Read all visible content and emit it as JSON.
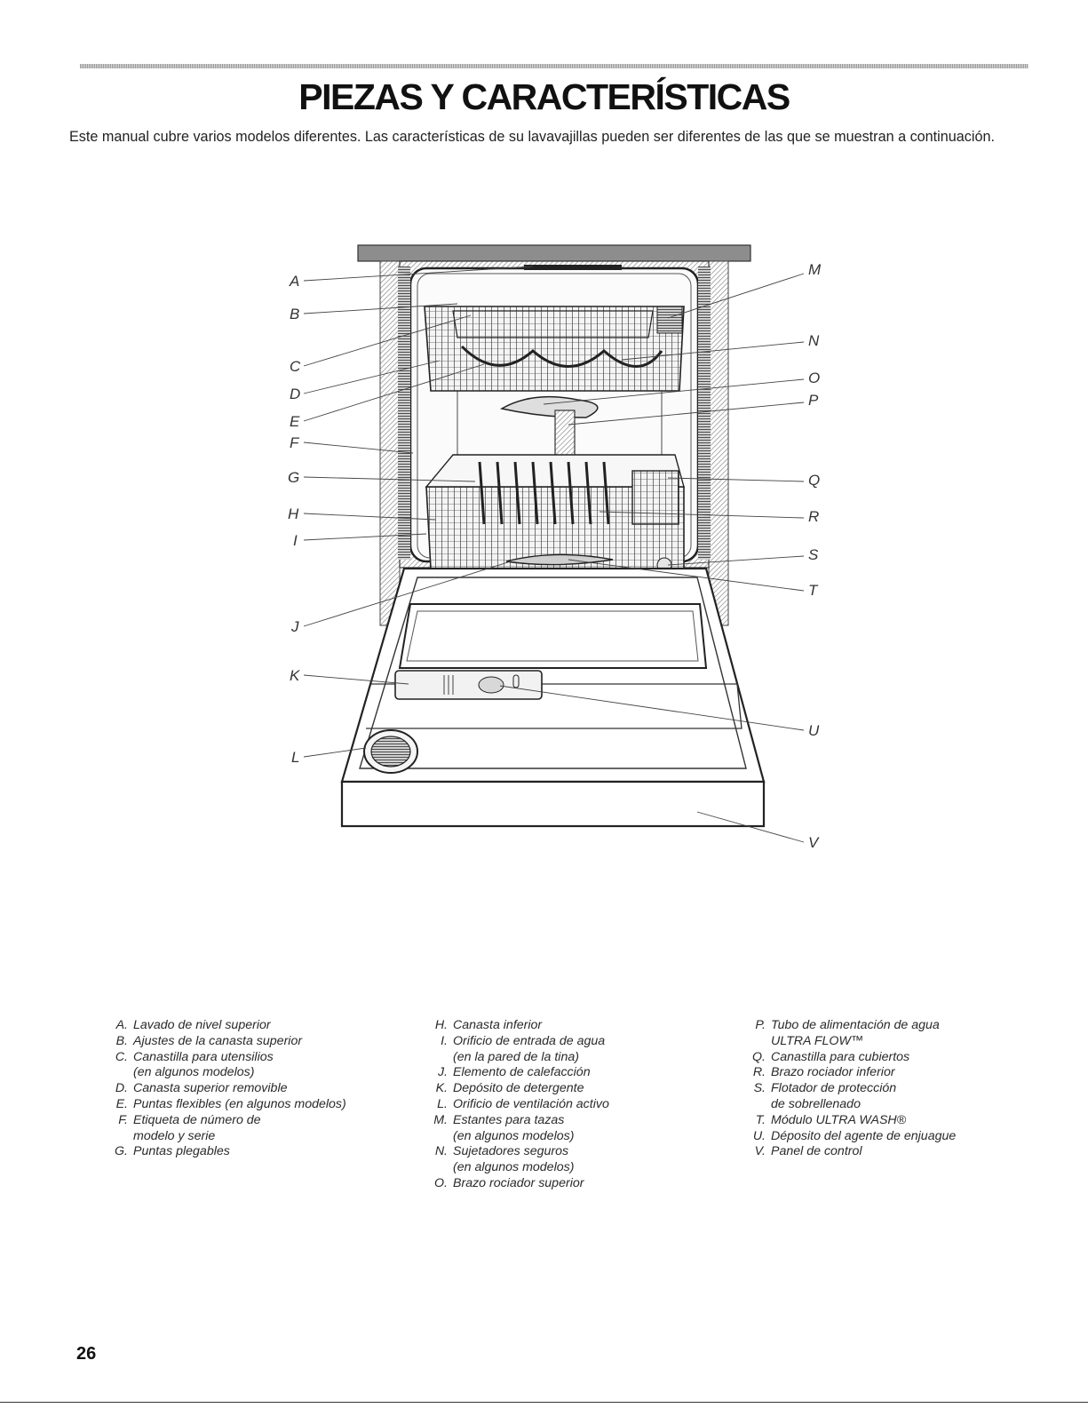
{
  "page": {
    "title": "PIEZAS Y CARACTERÍSTICAS",
    "intro": "Este manual cubre varios modelos diferentes. Las características de su lavavajillas pueden ser diferentes de las que se muestran a continuación.",
    "page_number": "26"
  },
  "diagram": {
    "callouts_left": [
      "A",
      "B",
      "C",
      "D",
      "E",
      "F",
      "G",
      "H",
      "I",
      "J",
      "K",
      "L"
    ],
    "callouts_right": [
      "M",
      "N",
      "O",
      "P",
      "Q",
      "R",
      "S",
      "T",
      "U",
      "V"
    ]
  },
  "legend": {
    "col1": [
      {
        "letter": "A.",
        "text": "Lavado de nivel superior"
      },
      {
        "letter": "B.",
        "text": "Ajustes de la canasta superior"
      },
      {
        "letter": "C.",
        "text": "Canastilla para utensilios\n(en algunos modelos)"
      },
      {
        "letter": "D.",
        "text": "Canasta superior removible"
      },
      {
        "letter": "E.",
        "text": "Puntas flexibles (en algunos modelos)"
      },
      {
        "letter": "F.",
        "text": "Etiqueta de número de\nmodelo y serie"
      },
      {
        "letter": "G.",
        "text": "Puntas plegables"
      }
    ],
    "col2": [
      {
        "letter": "H.",
        "text": "Canasta inferior"
      },
      {
        "letter": "I.",
        "text": "Orificio de entrada de agua\n(en la pared de la tina)"
      },
      {
        "letter": "J.",
        "text": "Elemento de calefacción"
      },
      {
        "letter": "K.",
        "text": "Depósito de detergente"
      },
      {
        "letter": "L.",
        "text": "Orificio de ventilación activo"
      },
      {
        "letter": "M.",
        "text": "Estantes para tazas\n(en algunos modelos)"
      },
      {
        "letter": "N.",
        "text": "Sujetadores seguros\n(en algunos modelos)"
      },
      {
        "letter": "O.",
        "text": "Brazo rociador superior"
      }
    ],
    "col3": [
      {
        "letter": "P.",
        "text": "Tubo de alimentación de agua\nULTRA FLOW™"
      },
      {
        "letter": "Q.",
        "text": "Canastilla para cubiertos"
      },
      {
        "letter": "R.",
        "text": "Brazo rociador inferior"
      },
      {
        "letter": "S.",
        "text": "Flotador de protección\nde sobrellenado"
      },
      {
        "letter": "T.",
        "text": "Módulo ULTRA WASH®"
      },
      {
        "letter": "U.",
        "text": "Déposito del agente de enjuague"
      },
      {
        "letter": "V.",
        "text": "Panel de control"
      }
    ]
  }
}
